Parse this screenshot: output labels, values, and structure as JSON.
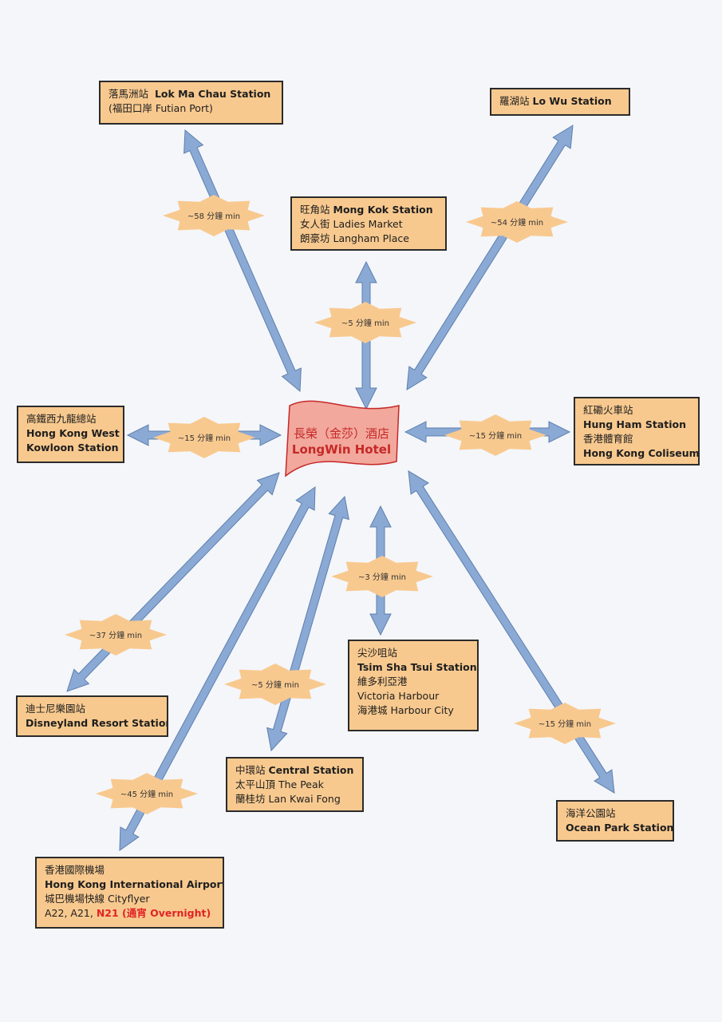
{
  "hotel": {
    "name_cn": "長榮（金莎）酒店",
    "name_en": "LongWin Hotel"
  },
  "destinations": {
    "lok_ma_chau": {
      "line1_cn": "落馬洲站",
      "line1_en": "Lok Ma Chau Station",
      "line2": "(福田口岸  Futian Port)",
      "time": "~58 分鐘 min"
    },
    "lo_wu": {
      "line1_cn": "羅湖站",
      "line1_en": "Lo Wu Station",
      "time": "~54 分鐘 min"
    },
    "mong_kok": {
      "line1_cn": "旺角站",
      "line1_en": "Mong Kok Station",
      "line2": "女人街  Ladies Market",
      "line3": "朗豪坊 Langham Place",
      "time": "~5 分鐘 min"
    },
    "hk_west_kowloon": {
      "line1": "高鐵西九龍總站",
      "line2": "Hong Kong West",
      "line3": "Kowloon Station",
      "time": "~15 分鐘 min"
    },
    "hung_hom": {
      "line1": "紅磡火車站",
      "line2": "Hung Ham Station",
      "line3": "香港體育館",
      "line4": "Hong Kong Coliseum",
      "time": "~15 分鐘 min"
    },
    "tsim_sha_tsui": {
      "line1": "尖沙咀站",
      "line2": "Tsim Sha Tsui Station",
      "line3": "維多利亞港",
      "line4": "Victoria Harbour",
      "line5": "海港城 Harbour City",
      "time": "~3 分鐘 min"
    },
    "disneyland": {
      "line1": "迪士尼樂園站",
      "line2": "Disneyland Resort Station",
      "time": "~37 分鐘 min"
    },
    "central": {
      "line1_cn": "中環站",
      "line1_en": "Central Station",
      "line2": "太平山頂  The Peak",
      "line3": "蘭桂坊 Lan Kwai Fong",
      "time": "~5 分鐘 min"
    },
    "ocean_park": {
      "line1": "海洋公園站",
      "line2": "Ocean Park Station",
      "time": "~15 分鐘 min"
    },
    "airport": {
      "line1": "香港國際機場",
      "line2": "Hong Kong International Airport",
      "line3": "城巴機場快線  Cityflyer",
      "line4_plain": "A22, A21, ",
      "line4_red": "N21 (通宵 Overnight)",
      "time": "~45 分鐘 min"
    }
  },
  "colors": {
    "box_fill": "#f8c98f",
    "arrow": "#8aa9d4",
    "arrow_edge": "#5f80ad",
    "star": "#f8c98f",
    "hotel_fill": "#f2a89c",
    "hotel_text": "#c62828",
    "highlight_red": "#e02424"
  },
  "icons": {
    "connector": "double-headed-arrow",
    "time_badge": "star-burst",
    "hotel": "waving-banner"
  }
}
